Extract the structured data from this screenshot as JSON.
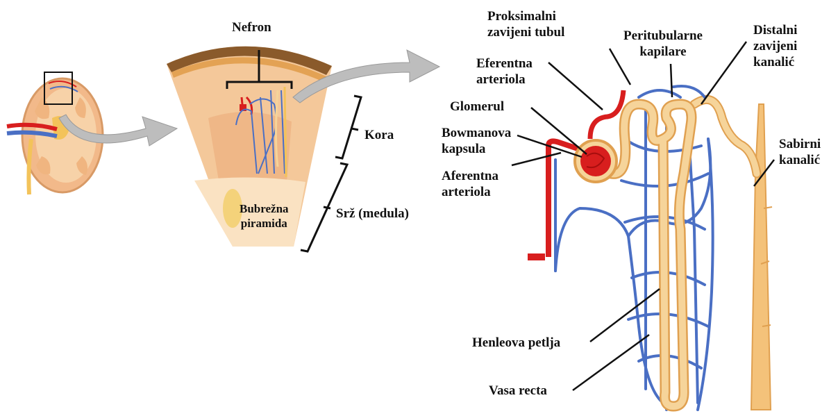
{
  "labels": {
    "nefron": "Nefron",
    "kora": "Kora",
    "srz": "Srž (medula)",
    "bubrezna_piramida": [
      "Bubrežna",
      "piramida"
    ],
    "proksimalni": [
      "Proksimalni",
      "zavijeni tubul"
    ],
    "peritubularne": [
      "Peritubularne",
      "kapilare"
    ],
    "distalni": [
      "Distalni",
      "zavijeni",
      "kanalić"
    ],
    "eferentna": [
      "Eferentna",
      "arteriola"
    ],
    "glomerul": "Glomerul",
    "bowmanova": [
      "Bowmanova",
      "kapsula"
    ],
    "aferentna": [
      "Aferentna",
      "arteriola"
    ],
    "sabirni": [
      "Sabirni",
      "kanalić"
    ],
    "henleova": "Henleova petlja",
    "vasa_recta": "Vasa recta"
  },
  "colors": {
    "tubule": "#f6d49a",
    "tubule_edge": "#e0a050",
    "vein": "#4a6fc4",
    "artery": "#d81e1e",
    "cortex": "#f4c89a",
    "medulla": "#f8dcb6",
    "capsule_brown": "#8a5a2b",
    "arrow": "#b8b8b8"
  }
}
